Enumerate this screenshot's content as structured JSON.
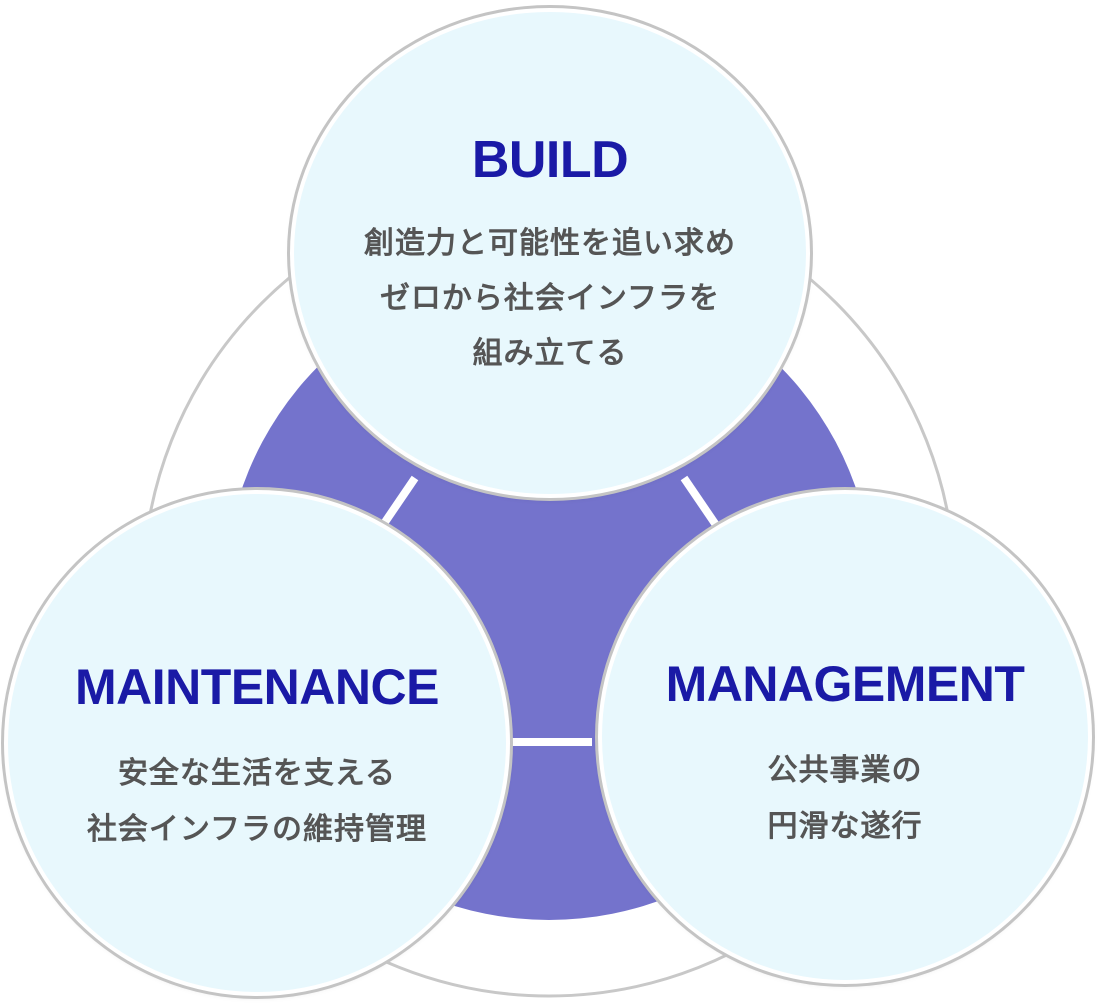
{
  "colors": {
    "accent": "#1a1aa6",
    "center_fill": "#7473cc",
    "circle_fill": "#e8f8fd",
    "ring_stroke": "#c8c8c8",
    "text": "#555555"
  },
  "build": {
    "title": "BUILD",
    "lines": [
      "創造力と可能性を追い求め",
      "ゼロから社会インフラを",
      "組み立てる"
    ]
  },
  "maintenance": {
    "title": "MAINTENANCE",
    "lines": [
      "安全な生活を支える",
      "社会インフラの維持管理"
    ]
  },
  "management": {
    "title": "MANAGEMENT",
    "lines": [
      "公共事業の",
      "円滑な遂行"
    ]
  }
}
